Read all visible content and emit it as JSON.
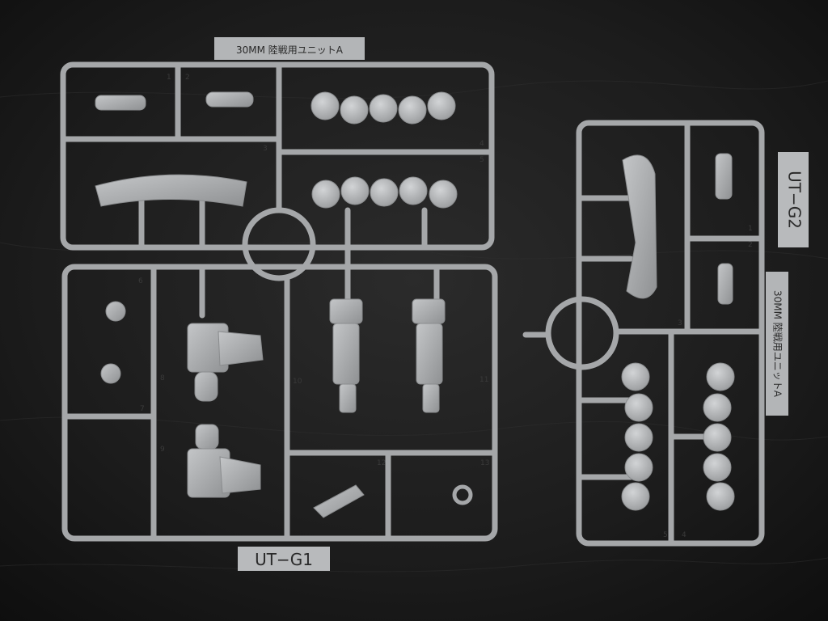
{
  "photo": {
    "subject": "model kit runners",
    "background_color": "#1b1b1b",
    "plastic_color": "#a9abad"
  },
  "runner_left": {
    "code_tag": "UT−G1",
    "header_tag": "30MM 陸戦用ユニットA",
    "part_numbers": [
      "1",
      "2",
      "3",
      "4",
      "5",
      "6",
      "7",
      "8",
      "9",
      "10",
      "11",
      "12",
      "13"
    ]
  },
  "runner_right": {
    "code_tag": "UT−G2",
    "side_tag": "30MM 陸戦用ユニットA",
    "part_numbers": [
      "1",
      "2",
      "3",
      "4",
      "5"
    ]
  }
}
